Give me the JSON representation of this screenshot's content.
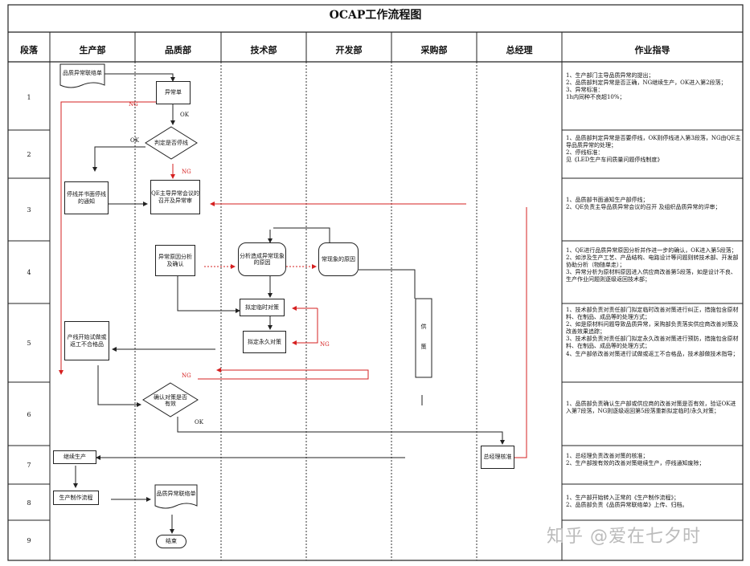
{
  "title": "OCAP工作流程图",
  "headers": [
    "段落",
    "生产部",
    "品质部",
    "技术部",
    "开发部",
    "采购部",
    "总经理",
    "作业指导"
  ],
  "segments": [
    "1",
    "2",
    "3",
    "4",
    "5",
    "6",
    "7",
    "8",
    "9"
  ],
  "nodes": {
    "doc_notice": "品质异常联络单",
    "abnormal_sheet": "异常单",
    "judge_stop": "判定是否停线",
    "stop_notify": "停线并书面停线的通知",
    "qe_meeting": "QE主导异常会议的召开及异常审",
    "cause_analysis": "异常原因分析及确认",
    "tech_analysis": "分析造成异常现象的原因",
    "dev_cause": "常现象的原因",
    "temp_measure": "拟定临时对策",
    "perm_measure": "拟定永久对策",
    "supply": "供\n\n\n策",
    "rework": "产线开始试做或返工不合格品",
    "confirm": "确认对策是否有效",
    "continue_prod": "继续生产",
    "gm_approve": "总经理核准",
    "prod_flow": "生产制作流程",
    "doc_notice2": "品质异常联络单",
    "end": "结束"
  },
  "labels": {
    "ng1": "NG",
    "ok1": "OK",
    "ok2": "OK",
    "ng2": "NG",
    "ng3": "NG",
    "ng4": "NG",
    "ok3": "OK",
    "bar": "|"
  },
  "guides": [
    [
      "1、生产部门主导品质异常的提出；",
      "2、品质部判定异常是否正确，NG继续生产，OK进入第2段落；",
      "3、异常标准：",
      "1h内同种不良超10%；"
    ],
    [
      "1、品质部判定异常是否要停线，OK则停线进入第3段落，NG由QE主导品质异常的处理；",
      "2、停线标准：",
      "见《LED生产车间质量问题停线制度》"
    ],
    [
      "1、品质部书面通知生产部停线；",
      "2、QE负责主导品质异常会议的召开 及组织品质异常的评审；"
    ],
    [
      "1、QE进行品质异常原因分析并作进一步的确认，OK进入第5段落；",
      "2、如涉及生产工艺、产品结构、电路设计等问题则转技术部、开发部协助分析（物随单走）；",
      "3、异常分析为原材料原因进入供应商改善第5段落，如是设计不良、生产作业问题则逐级返回技术部；"
    ],
    [
      "1、技术部负责对责任部门拟定临时改善对策进行纠正，措施包含原材料、在制品、成品等的处理方式；",
      "2、如是原材料问题导致品质异常，采购部负责落实供应商改善对策及改善效果追踪；",
      "3、技术部负责对责任部门拟定永久改善对策进行预防，措施包含原材料、在制品、成品等的处理方式；",
      "4、生产部依改善对策进行试做或返工不合格品，技术部做技术指导；"
    ],
    [
      "1、品质部负责确认生产部或供应商的改善对策是否有效，验证OK进入第7段落，NG则逐级返回第5段落重新拟定临时/永久对策；"
    ],
    [
      "1、总经理负责改善对策的核准；",
      "2、生产部按有效的改善对策继续生产，停线通知废除；"
    ],
    [
      "1、生产部开始转入正常的《生产制作流程》；",
      "2、品质部负责《品质异常联络单》上传、归档。"
    ],
    []
  ],
  "watermark": "知乎 @爱在七夕时",
  "colors": {
    "red": "#d62020",
    "line": "#222222"
  }
}
